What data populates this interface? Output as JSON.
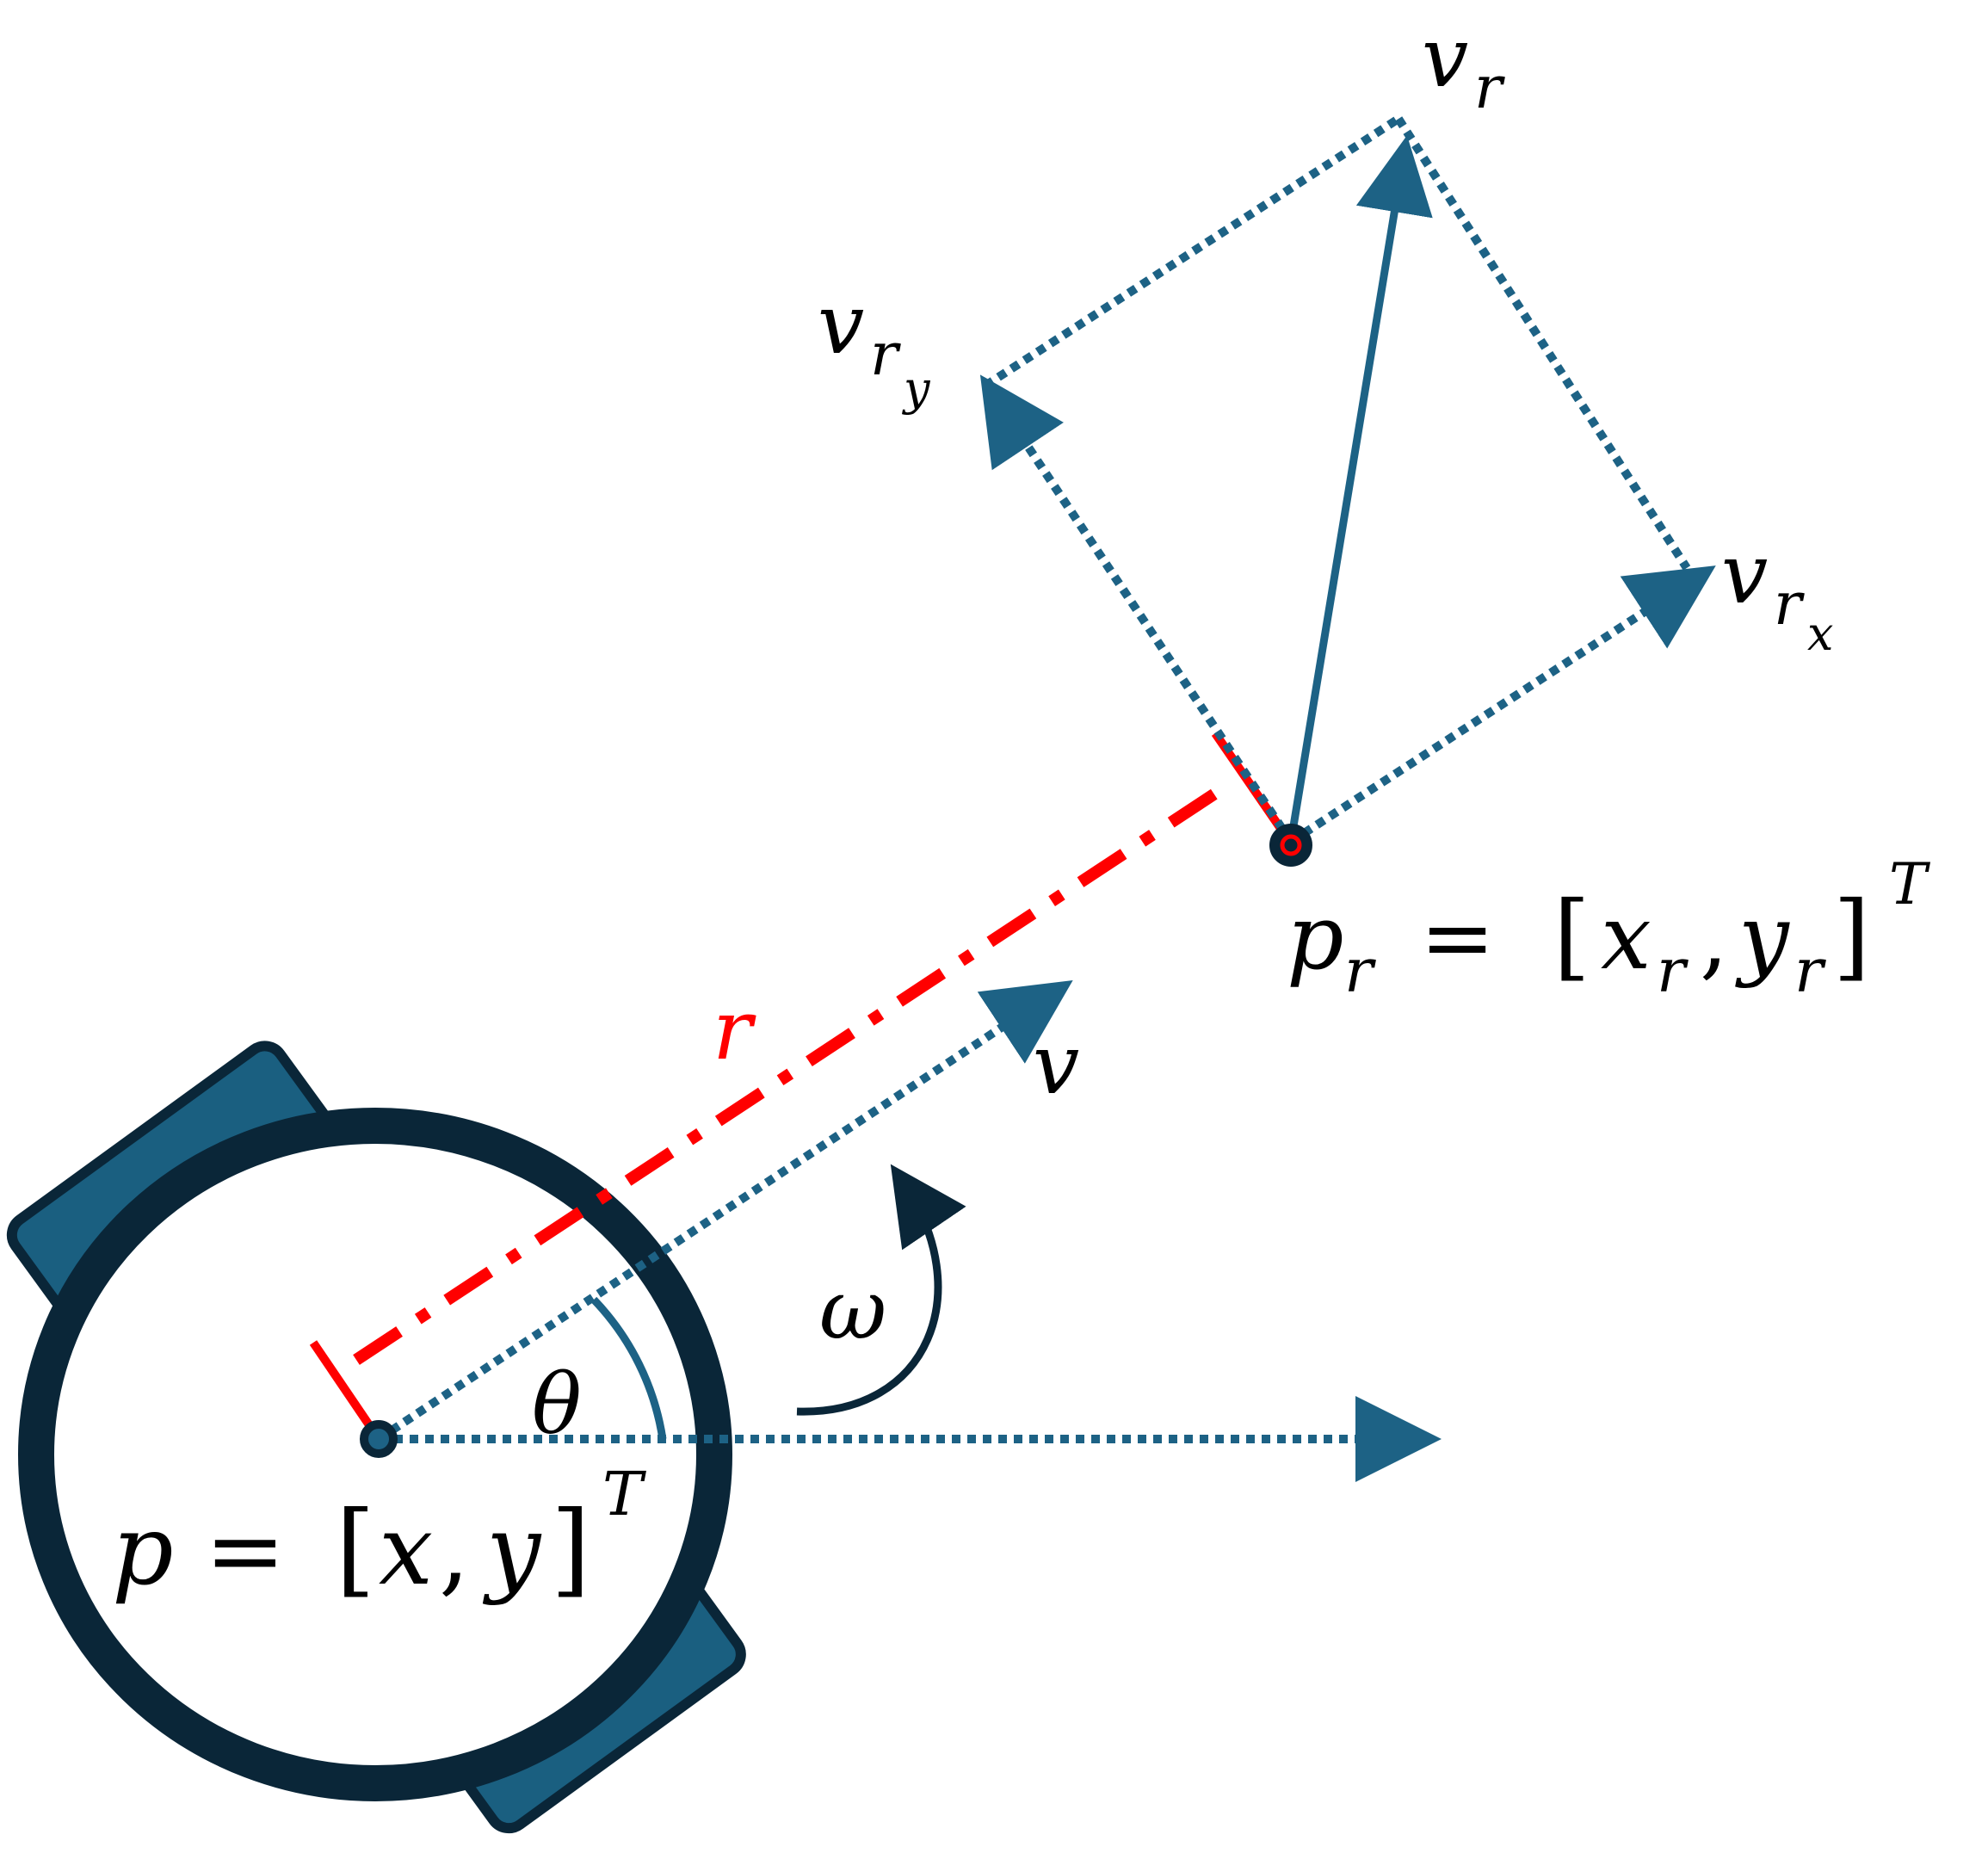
{
  "colors": {
    "robot_outline": "#0a2638",
    "wheel_fill": "#1a5f80",
    "vector": "#1d6285",
    "radius_line": "#ff0000",
    "text": "#000000"
  },
  "labels": {
    "v_r": {
      "base": "v",
      "sub": "r"
    },
    "v_ry": {
      "base": "v",
      "sub": "r",
      "subsub": "y"
    },
    "v_rx": {
      "base": "v",
      "sub": "r",
      "subsub": "x"
    },
    "p_r": {
      "base": "p",
      "sub": "r",
      "eq": "=",
      "lbr": "[",
      "x": "x",
      "xsub": "r",
      "comma": ",",
      "y": "y",
      "ysub": "r",
      "rbr": "]",
      "sup": "T"
    },
    "r": "r",
    "v": "v",
    "omega": "ω",
    "theta": "θ",
    "p": {
      "base": "p",
      "eq": "=",
      "lbr": "[",
      "x": "x",
      "comma": ",",
      "y": "y",
      "rbr": "]",
      "sup": "T"
    }
  }
}
